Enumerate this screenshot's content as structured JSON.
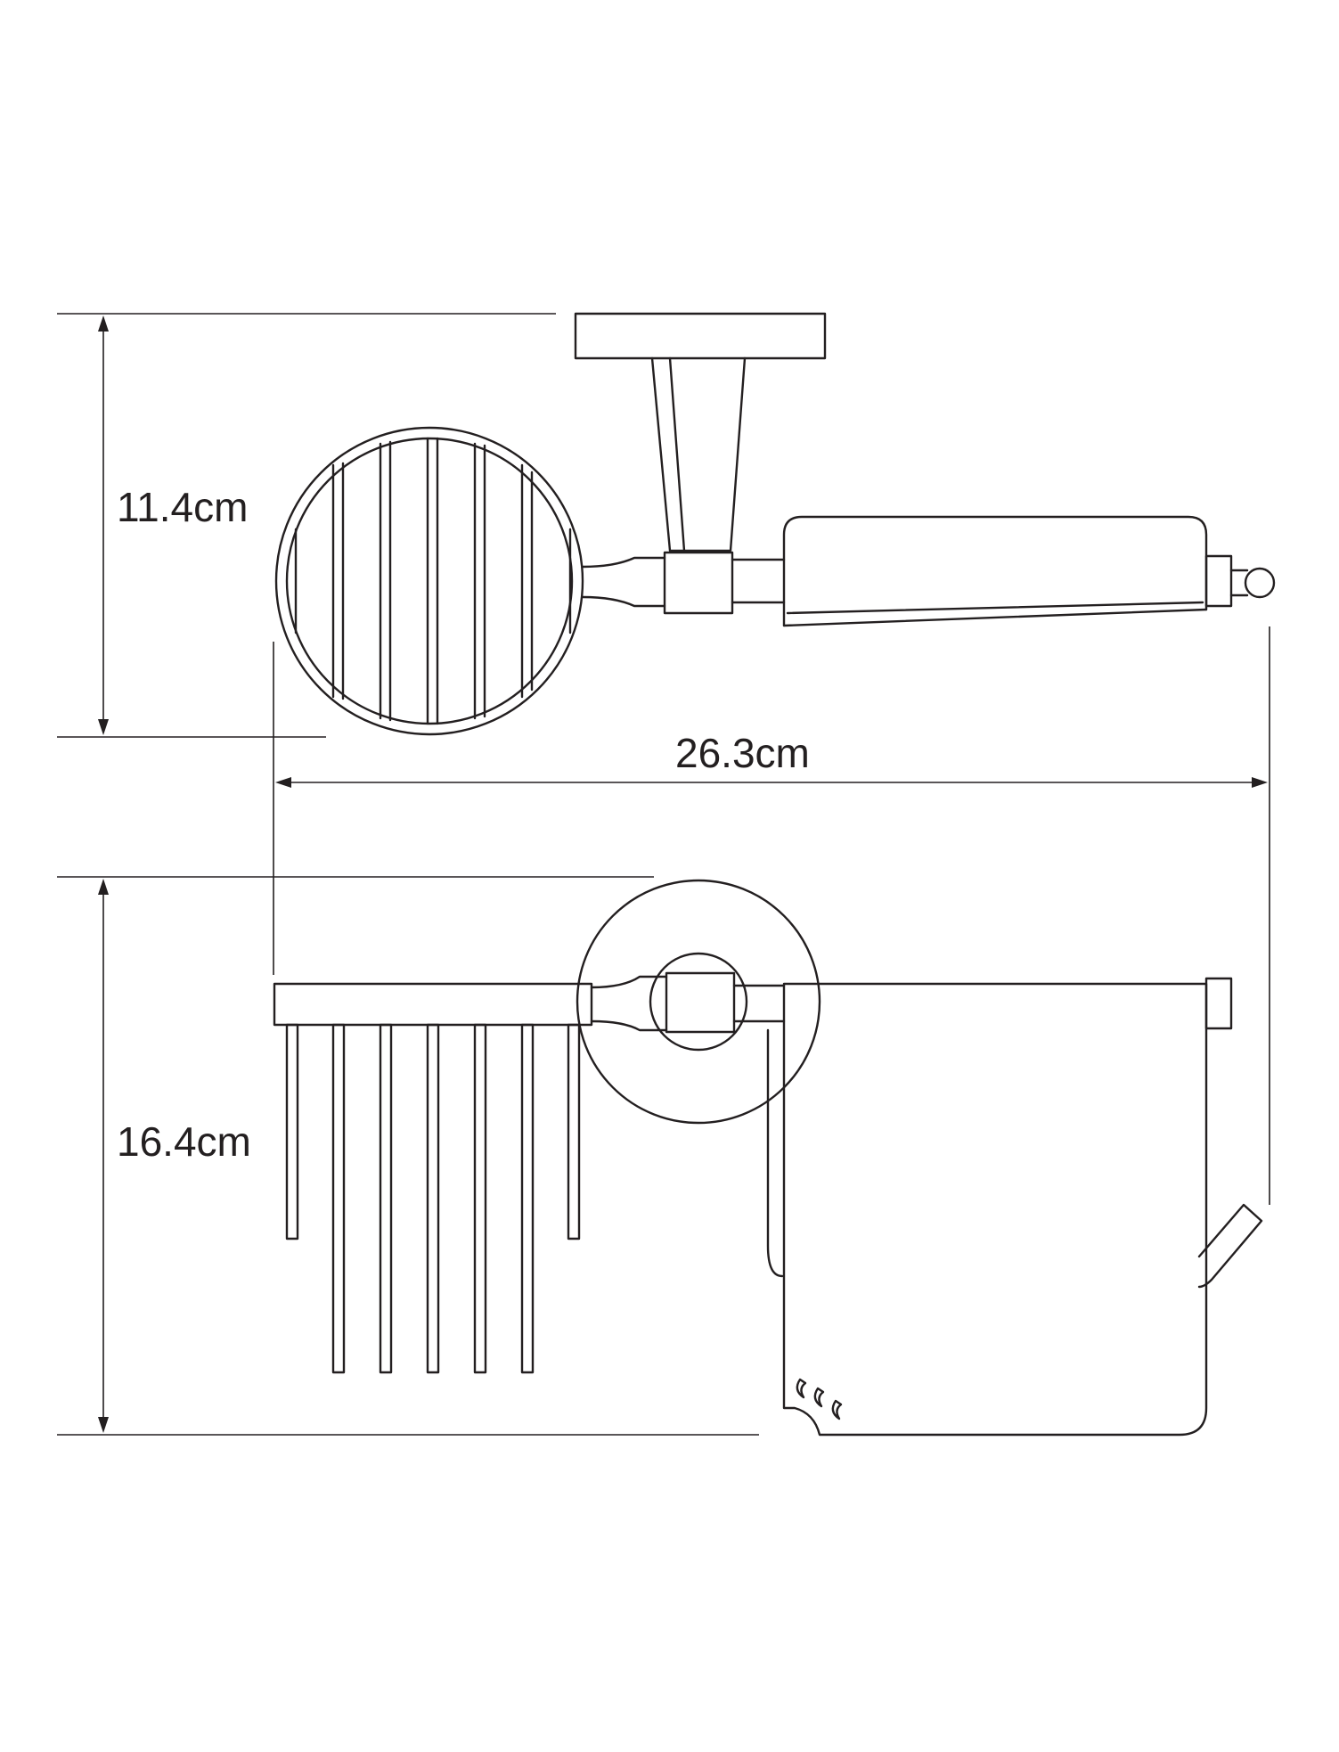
{
  "dimensions": {
    "height_top": "11.4cm",
    "width": "26.3cm",
    "height_bottom": "16.4cm"
  },
  "colors": {
    "line": "#231f20",
    "background": "#ffffff"
  }
}
